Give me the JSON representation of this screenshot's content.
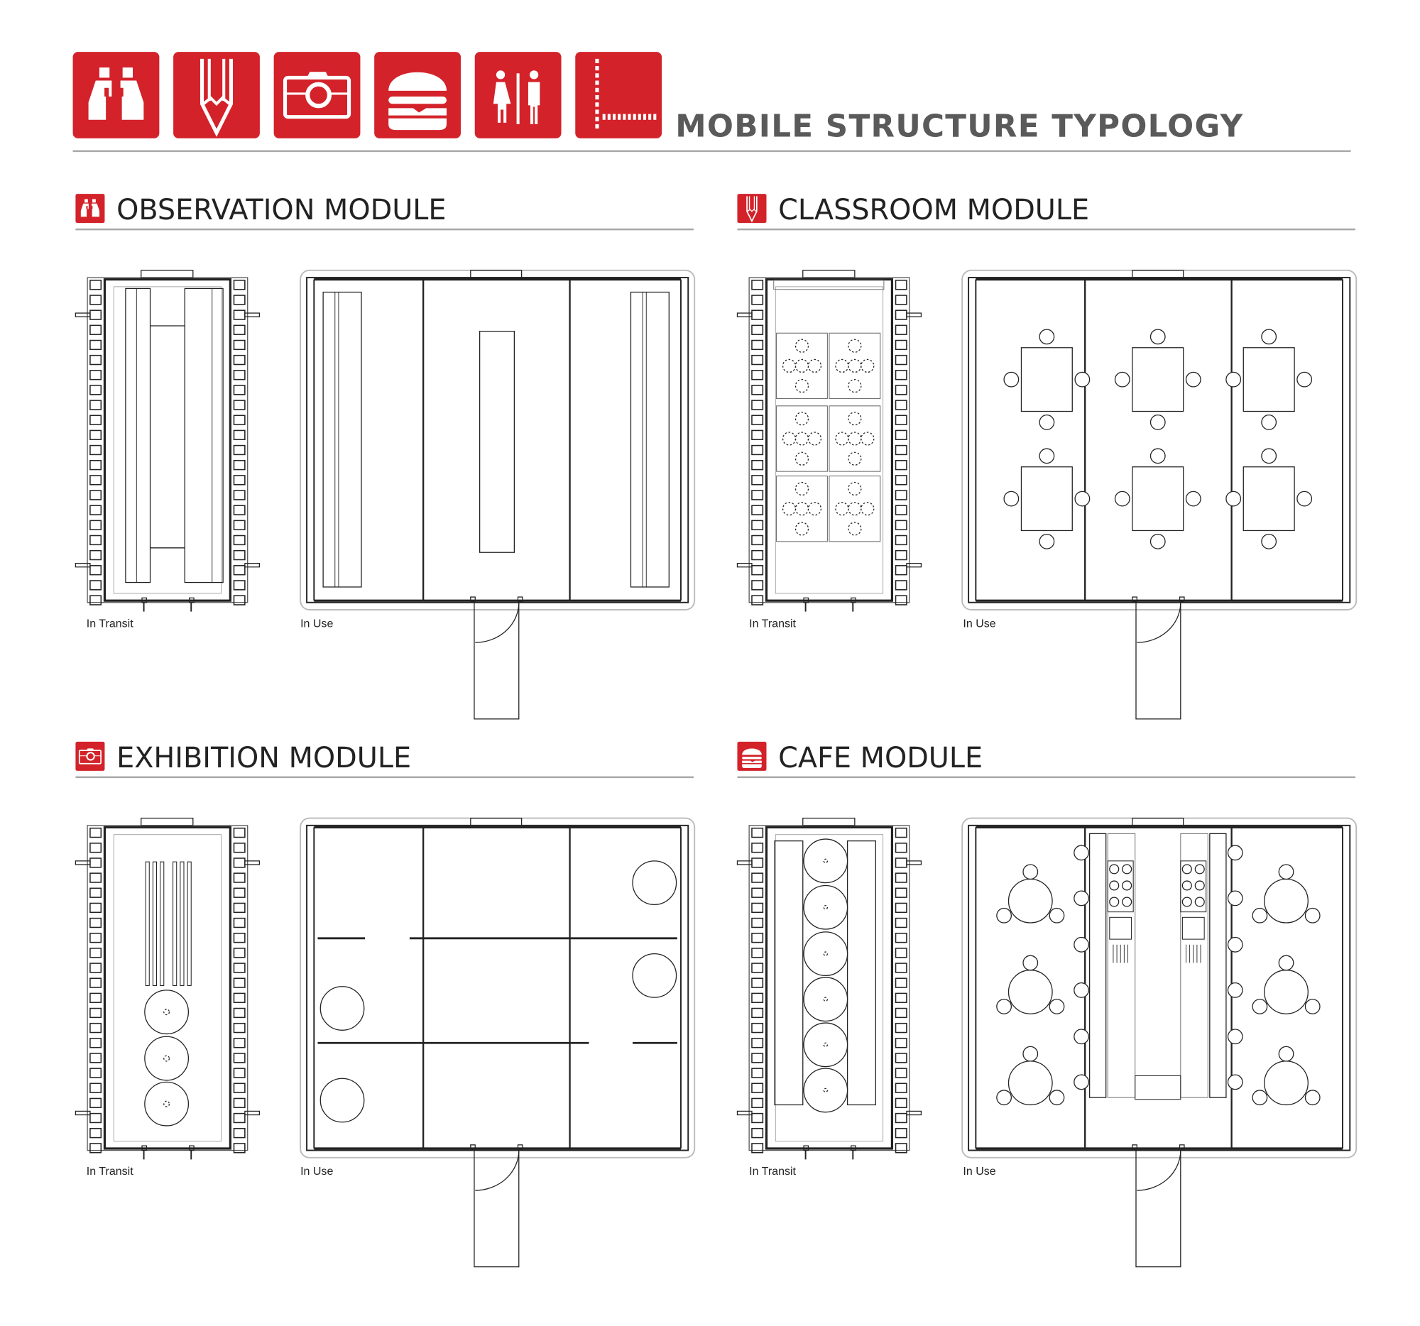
{
  "header": {
    "title": "MOBILE STRUCTURE TYPOLOGY",
    "icons": [
      "binoculars-icon",
      "pencil-icon",
      "camera-icon",
      "burger-icon",
      "restroom-icon",
      "floorplan-icon"
    ]
  },
  "modules": [
    {
      "id": "observation",
      "title": "OBSERVATION MODULE",
      "icon": "binoculars-icon",
      "transit_label": "In Transit",
      "use_label": "In Use"
    },
    {
      "id": "classroom",
      "title": "CLASSROOM MODULE",
      "icon": "pencil-icon",
      "transit_label": "In Transit",
      "use_label": "In Use"
    },
    {
      "id": "exhibition",
      "title": "EXHIBITION MODULE",
      "icon": "camera-icon",
      "transit_label": "In Transit",
      "use_label": "In Use"
    },
    {
      "id": "cafe",
      "title": "CAFE MODULE",
      "icon": "burger-icon",
      "transit_label": "In Transit",
      "use_label": "In Use"
    }
  ],
  "colors": {
    "accent": "#d3222a",
    "rule": "#a8a8a8",
    "line": "#222222",
    "title": "#5a5a5a"
  }
}
